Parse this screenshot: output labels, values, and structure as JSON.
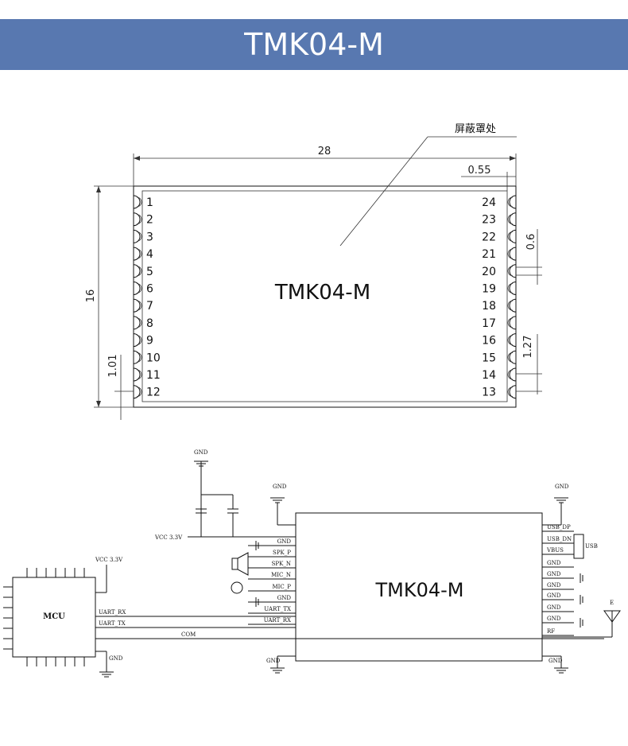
{
  "header": {
    "title": "TMK04-M"
  },
  "mech": {
    "module_label": "TMK04-M",
    "shield_label": "屏蔽罩处",
    "dims": {
      "width": "28",
      "edge": "0.55",
      "pad_width": "0.6",
      "height": "16",
      "pitch": "1.27",
      "bottom": "1.01"
    },
    "left_pins": [
      "1",
      "2",
      "3",
      "4",
      "5",
      "6",
      "7",
      "8",
      "9",
      "10",
      "11",
      "12"
    ],
    "right_pins": [
      "24",
      "23",
      "22",
      "21",
      "20",
      "19",
      "18",
      "17",
      "16",
      "15",
      "14",
      "13"
    ]
  },
  "schematic": {
    "module_label": "TMK04-M",
    "mcu_label": "MCU",
    "gnd": "GND",
    "vcc_module": "VCC 3.3V",
    "vcc_mcu": "VCC 3.3V",
    "left_pins": [
      "GND",
      "SPK_P",
      "SPK_N",
      "MIC_N",
      "MIC_P",
      "GND",
      "UART_TX",
      "UART_RX"
    ],
    "right_pins": [
      "USB_DP",
      "USB_DN",
      "VBUS",
      "GND",
      "GND",
      "GND",
      "GND",
      "GND",
      "GND",
      "RF"
    ],
    "usb_label": "USB",
    "antenna_label": "E",
    "mcu_uart_rx": "UART_RX",
    "mcu_uart_tx": "UART_TX",
    "com_label": "COM"
  }
}
